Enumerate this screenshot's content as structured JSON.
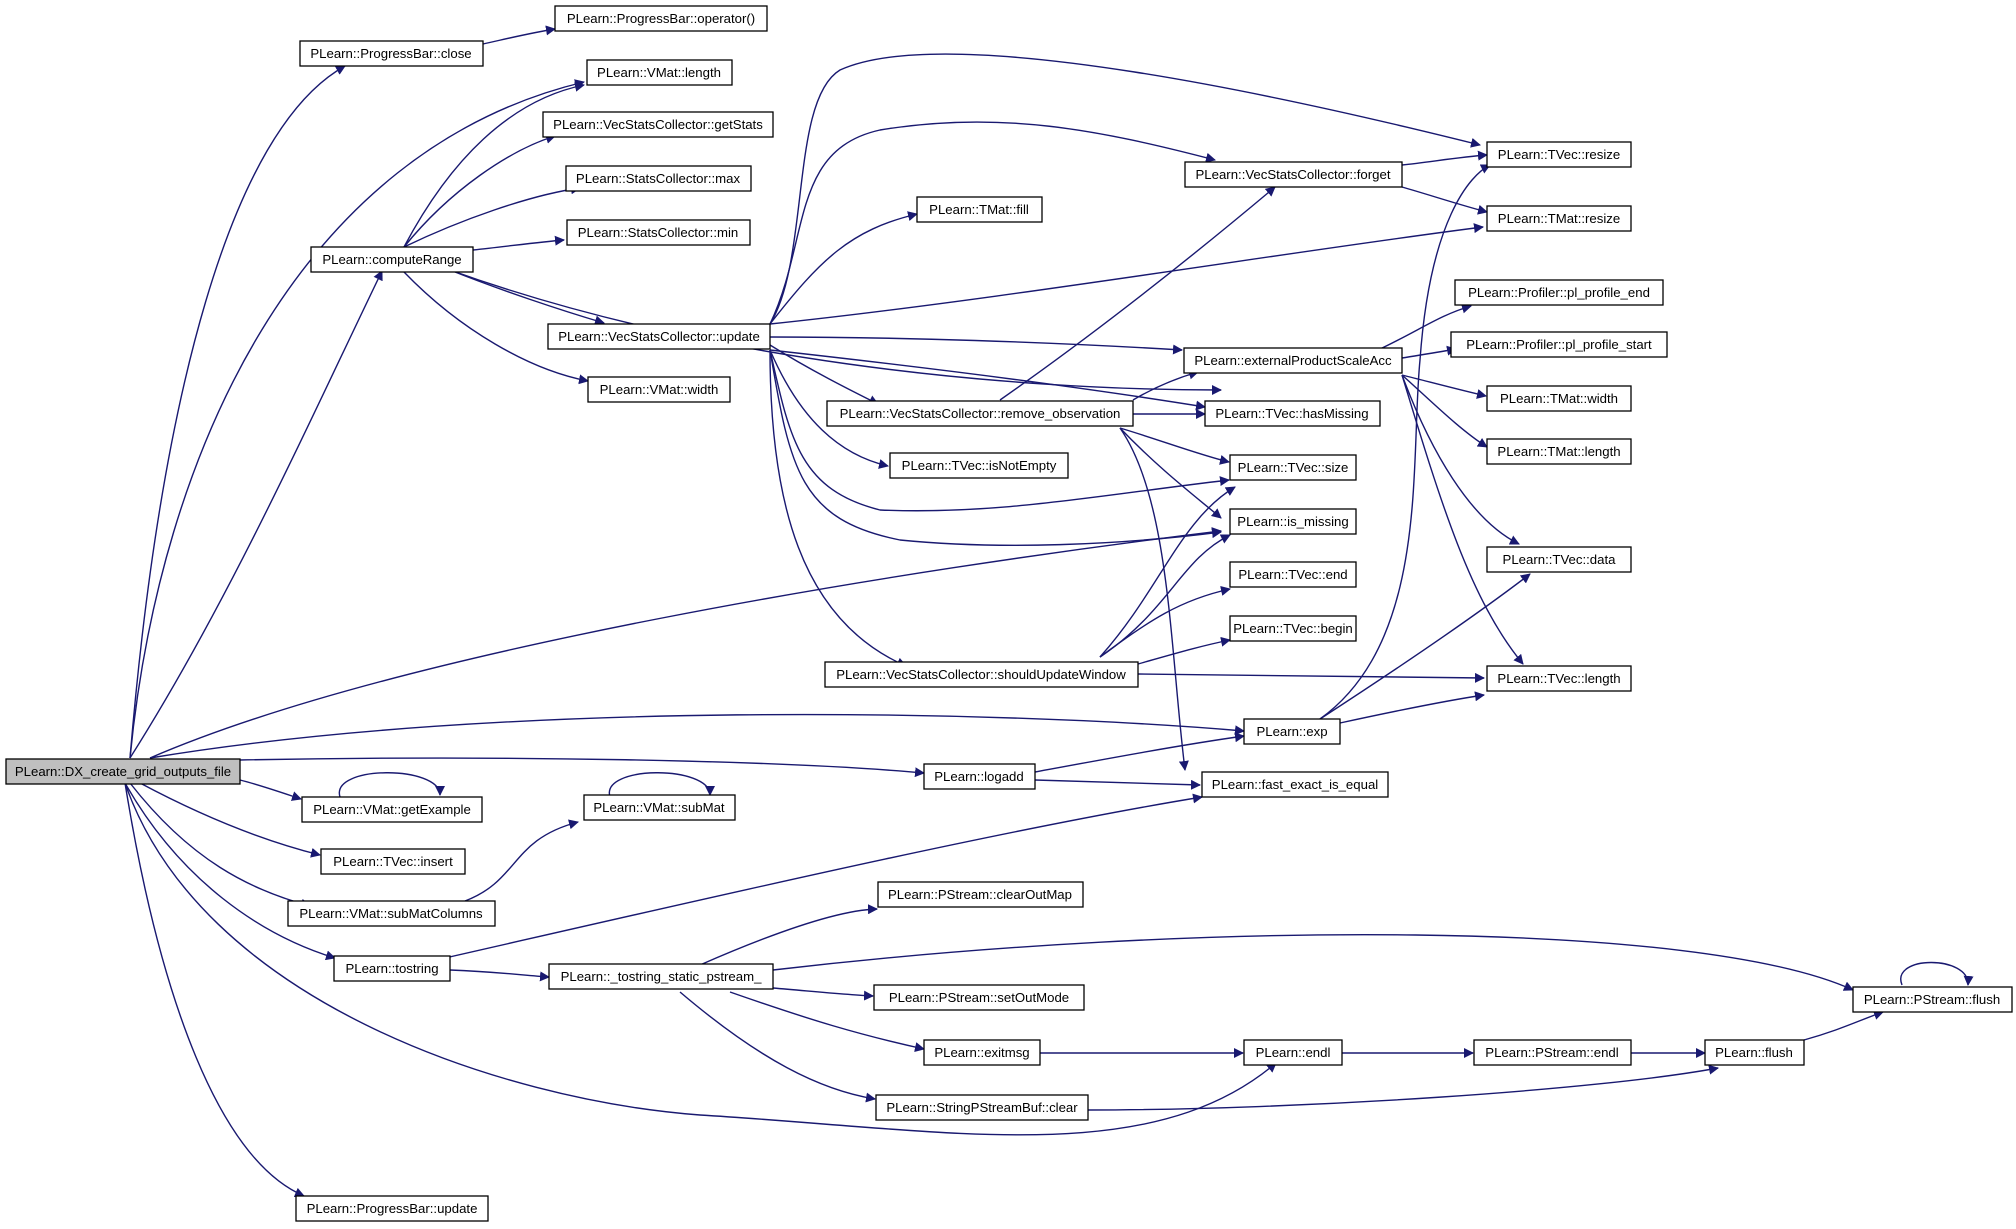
{
  "colors": {
    "edge": "#191970",
    "node_border": "#000000",
    "node_fill": "#ffffff",
    "root_fill": "#bfbfbf",
    "background": "#ffffff"
  },
  "nodes": {
    "n0": "PLearn::DX_create_grid_outputs_file",
    "n1": "PLearn::ProgressBar::close",
    "n2": "PLearn::ProgressBar::operator()",
    "n3": "PLearn::VMat::length",
    "n4": "PLearn::VecStatsCollector::getStats",
    "n5": "PLearn::StatsCollector::max",
    "n6": "PLearn::StatsCollector::min",
    "n7": "PLearn::computeRange",
    "n8": "PLearn::VecStatsCollector::update",
    "n9": "PLearn::VMat::width",
    "n10": "PLearn::TMat::fill",
    "n11": "PLearn::VecStatsCollector::forget",
    "n12": "PLearn::TVec::resize",
    "n13": "PLearn::TMat::resize",
    "n14": "PLearn::Profiler::pl_profile_end",
    "n15": "PLearn::Profiler::pl_profile_start",
    "n16": "PLearn::externalProductScaleAcc",
    "n17": "PLearn::TMat::width",
    "n18": "PLearn::TMat::length",
    "n19": "PLearn::VecStatsCollector::remove_observation",
    "n20": "PLearn::TVec::hasMissing",
    "n21": "PLearn::TVec::isNotEmpty",
    "n22": "PLearn::TVec::size",
    "n23": "PLearn::is_missing",
    "n24": "PLearn::TVec::data",
    "n25": "PLearn::TVec::end",
    "n26": "PLearn::TVec::begin",
    "n27": "PLearn::VecStatsCollector::shouldUpdateWindow",
    "n28": "PLearn::TVec::length",
    "n29": "PLearn::exp",
    "n30": "PLearn::logadd",
    "n31": "PLearn::fast_exact_is_equal",
    "n32": "PLearn::VMat::getExample",
    "n33": "PLearn::VMat::subMat",
    "n34": "PLearn::TVec::insert",
    "n35": "PLearn::VMat::subMatColumns",
    "n36": "PLearn::PStream::clearOutMap",
    "n37": "PLearn::tostring",
    "n38": "PLearn::_tostring_static_pstream_",
    "n39": "PLearn::PStream::flush",
    "n40": "PLearn::PStream::setOutMode",
    "n41": "PLearn::exitmsg",
    "n42": "PLearn::endl",
    "n43": "PLearn::PStream::endl",
    "n44": "PLearn::flush",
    "n45": "PLearn::StringPStreamBuf::clear",
    "n46": "PLearn::ProgressBar::update"
  }
}
